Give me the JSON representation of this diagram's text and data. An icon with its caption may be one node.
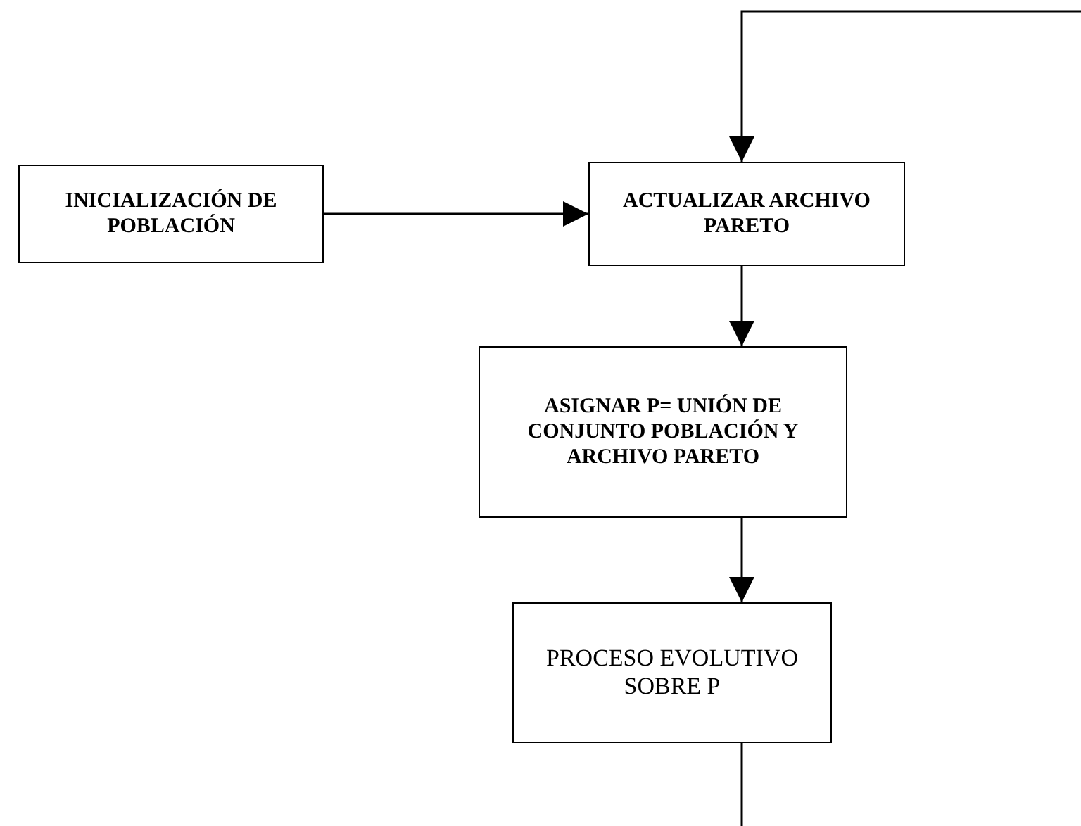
{
  "diagram": {
    "nodes": [
      {
        "text": [
          "INICIALIZACIÓN DE POBLACIÓN"
        ]
      },
      {
        "text": [
          "ACTUALIZAR ARCHIVO PARETO"
        ]
      },
      {
        "text": [
          "ASIGNAR P= UNIÓN DE CONJUNTO POBLACIÓN Y ARCHIVO PARETO"
        ]
      },
      {
        "text": [
          "PROCESO EVOLUTIVO SOBRE P"
        ]
      }
    ],
    "edges": [
      {
        "from": 0,
        "to": 1,
        "arrow": "to"
      },
      {
        "from": 1,
        "to": 2,
        "arrow": "to"
      },
      {
        "from": 2,
        "to": 3,
        "arrow": "to"
      },
      {
        "from": 3,
        "to": null,
        "arrow": "none"
      },
      {
        "from": null,
        "to": 1,
        "arrow": "to"
      }
    ]
  }
}
